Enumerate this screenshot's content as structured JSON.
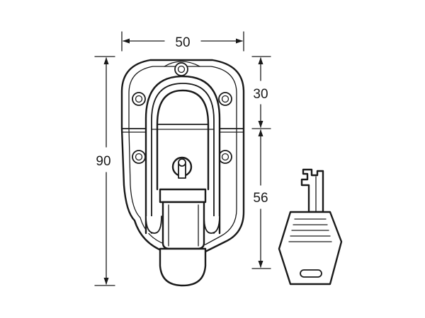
{
  "dimensions": {
    "width_top": "50",
    "height_total": "90",
    "height_upper": "30",
    "height_lower": "56"
  }
}
